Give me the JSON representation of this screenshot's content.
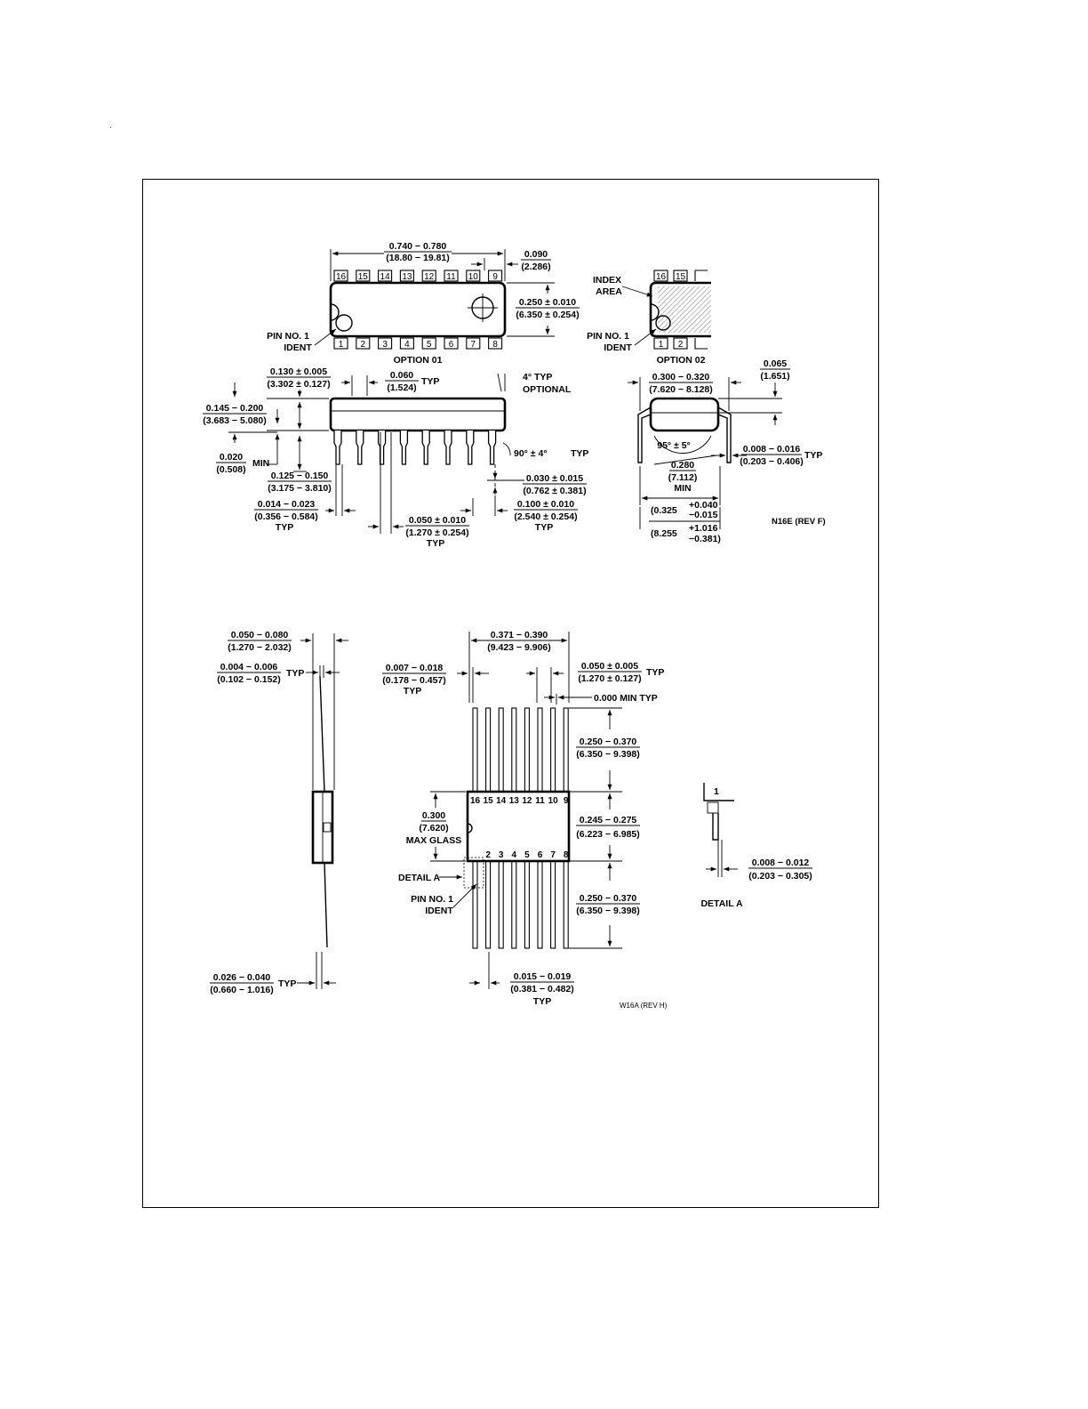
{
  "drawings": {
    "n16e": {
      "ref": "N16E (REV F)",
      "option01_label": "OPTION 01",
      "option02_label": "OPTION 02",
      "top_pins": [
        "16",
        "15",
        "14",
        "13",
        "12",
        "11",
        "10",
        "9"
      ],
      "bottom_pins": [
        "1",
        "2",
        "3",
        "4",
        "5",
        "6",
        "7",
        "8"
      ],
      "opt02_top_pins": [
        "16",
        "15"
      ],
      "opt02_bottom_pins": [
        "1",
        "2"
      ],
      "index_area": [
        "INDEX",
        "AREA"
      ],
      "pin1_ident": [
        "PIN NO. 1",
        "IDENT"
      ],
      "dims": {
        "length": [
          "0.740 − 0.780",
          "(18.80 − 19.81)"
        ],
        "end_gap": [
          "0.090",
          "(2.286)"
        ],
        "body_width": [
          "0.250 ± 0.010",
          "(6.350 ± 0.254)"
        ],
        "body_height": [
          "0.130 ± 0.005",
          "(3.302 ± 0.127)"
        ],
        "shoulder": [
          "0.060",
          "(1.524)"
        ],
        "shoulder_typ": "TYP",
        "angle4": [
          "4° TYP",
          "OPTIONAL"
        ],
        "seat_height": [
          "0.145 − 0.200",
          "(3.683 − 5.080)"
        ],
        "standoff": [
          "0.020",
          "(0.508)"
        ],
        "standoff_suffix": "MIN",
        "lead_len": [
          "0.125 − 0.150",
          "(3.175 − 3.810)"
        ],
        "angle90": "90° ± 4°",
        "angle90_typ": "TYP",
        "lead_tip": [
          "0.030 ± 0.015",
          "(0.762 ± 0.381)"
        ],
        "lead_width": [
          "0.014 − 0.023",
          "(0.356 − 0.584)"
        ],
        "lead_width_typ": "TYP",
        "shoulder_width": [
          "0.050 ± 0.010",
          "(1.270 ± 0.254)"
        ],
        "shoulder_width_typ": "TYP",
        "pitch": [
          "0.100 ± 0.010",
          "(2.540 ± 0.254)"
        ],
        "pitch_typ": "TYP",
        "row_span": [
          "0.300 − 0.320",
          "(7.620 − 8.128)"
        ],
        "end_height": [
          "0.065",
          "(1.651)"
        ],
        "angle95": "95° ± 5°",
        "min_span": [
          "0.280",
          "(7.112)",
          "MIN"
        ],
        "lead_thk": [
          "0.008 − 0.016",
          "(0.203 − 0.406)"
        ],
        "lead_thk_typ": "TYP",
        "overall_in": [
          "(0.325",
          "+0.040",
          "−0.015"
        ],
        "overall_mm": [
          "(8.255",
          "+1.016",
          "−0.381)"
        ]
      }
    },
    "w16a": {
      "ref": "W16A (REV H)",
      "top_pins": [
        "16",
        "15",
        "14",
        "13",
        "12",
        "11",
        "10",
        "9"
      ],
      "bottom_pins": [
        "2",
        "3",
        "4",
        "5",
        "6",
        "7",
        "8"
      ],
      "detail_a": "DETAIL A",
      "detail_label": "DETAIL A",
      "detail_pin": "1",
      "pin1_ident": [
        "PIN NO. 1",
        "IDENT"
      ],
      "max_glass": [
        "0.300",
        "(7.620)",
        "MAX GLASS"
      ],
      "dims": {
        "thickness": [
          "0.050 − 0.080",
          "(1.270 − 2.032)"
        ],
        "lead_thk": [
          "0.004 − 0.006",
          "(0.102 − 0.152)"
        ],
        "lead_thk_typ": "TYP",
        "lead_off": [
          "0.026 − 0.040",
          "(0.660 − 1.016)"
        ],
        "lead_off_typ": "TYP",
        "width": [
          "0.371 − 0.390",
          "(9.423 − 9.906)"
        ],
        "edge": [
          "0.007 − 0.018",
          "(0.178 − 0.457)"
        ],
        "edge_typ": "TYP",
        "pitch": [
          "0.050 ± 0.005",
          "(1.270 ± 0.127)"
        ],
        "pitch_typ": "TYP",
        "min_typ": "0.000 MIN TYP",
        "lead_len_top": [
          "0.250 − 0.370",
          "(6.350 − 9.398)"
        ],
        "body_len": [
          "0.245 − 0.275",
          "(6.223 − 6.985)"
        ],
        "lead_len_bot": [
          "0.250 − 0.370",
          "(6.350 − 9.398)"
        ],
        "lead_w": [
          "0.015 − 0.019",
          "(0.381 − 0.482)"
        ],
        "lead_w_typ": "TYP",
        "detail_thk": [
          "0.008 − 0.012",
          "(0.203 − 0.305)"
        ]
      }
    }
  }
}
